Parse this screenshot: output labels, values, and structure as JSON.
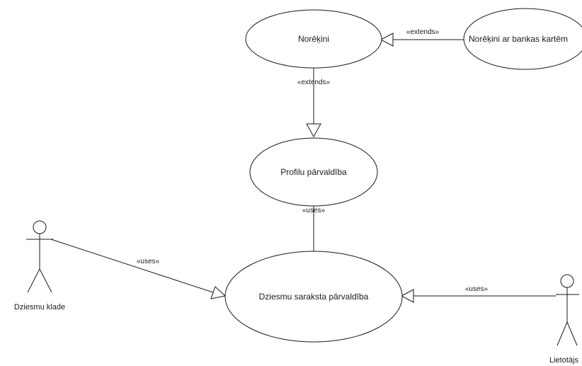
{
  "colors": {
    "line": "#1a1a1a",
    "background": "#ffffff"
  },
  "use_cases": {
    "norekini": "Norēķini",
    "norekini_bankas": "Norēķini ar bankas kartēm",
    "profilu": "Profilu pārvaldība",
    "dziesmu": "Dziesmu saraksta pārvaldība"
  },
  "actors": {
    "klade": "Dziesmu klade",
    "lietotajs": "Lietotājs"
  },
  "relations": {
    "extends_bank": "«extends»",
    "extends_profile": "«extends»",
    "uses_profile": "«uses»",
    "uses_klade": "«uses»",
    "uses_lietotajs": "«uses»"
  }
}
